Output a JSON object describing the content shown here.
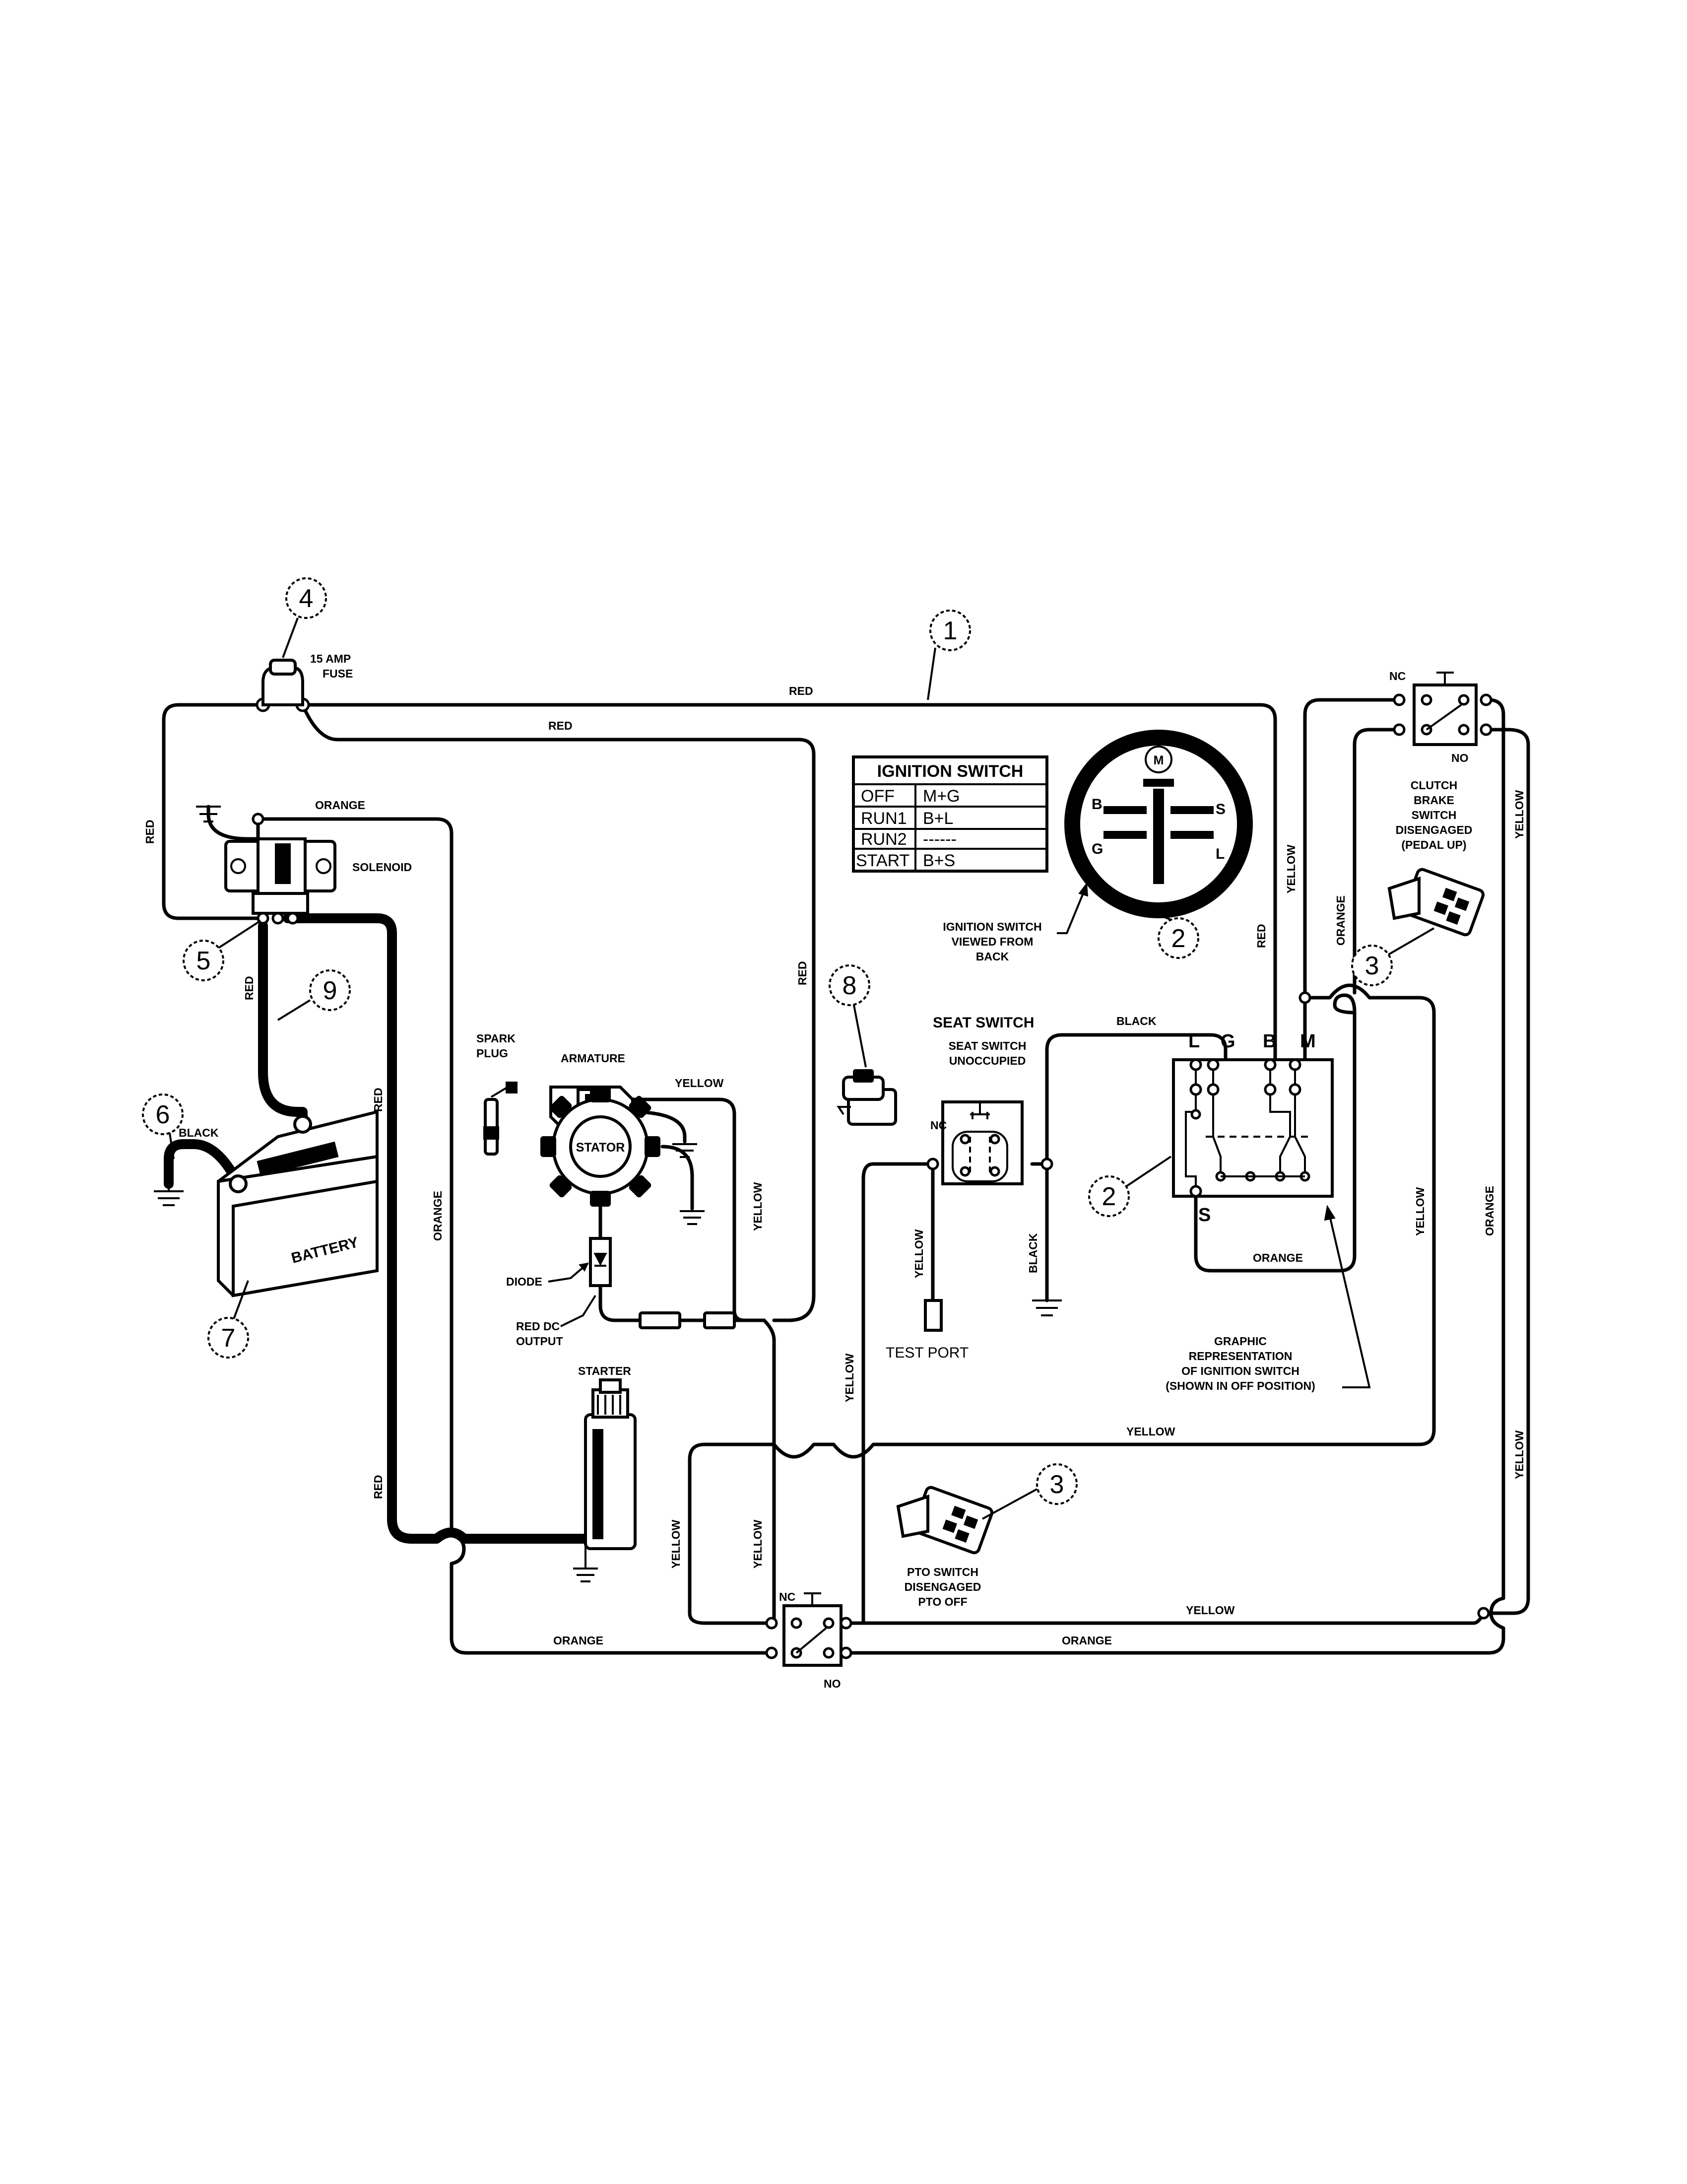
{
  "labels": {
    "fuse": "15 AMP\nFUSE",
    "solenoid": "SOLENOID",
    "battery": "BATTERY",
    "spark_plug": "SPARK\nPLUG",
    "armature": "ARMATURE",
    "stator": "STATOR",
    "diode": "DIODE",
    "red_dc_output": "RED DC\nOUTPUT",
    "starter": "STARTER",
    "ignition_back": "IGNITION SWITCH\nVIEWED FROM\nBACK",
    "seat_switch_title": "SEAT SWITCH",
    "seat_switch_state": "SEAT SWITCH\nUNOCCUPIED",
    "test_port": "TEST PORT",
    "graphic_rep": "GRAPHIC\nREPRESENTATION\nOF IGNITION SWITCH\n(SHOWN IN OFF POSITION)",
    "clutch_switch": "CLUTCH\nBRAKE\nSWITCH\nDISENGAGED\n(PEDAL UP)",
    "pto_switch": "PTO SWITCH\nDISENGAGED\nPTO OFF",
    "nc": "NC",
    "no": "NO"
  },
  "wire_colors": {
    "red": "RED",
    "orange": "ORANGE",
    "yellow": "YELLOW",
    "black": "BLACK"
  },
  "ignition_table": {
    "title": "IGNITION SWITCH",
    "rows": [
      {
        "pos": "OFF",
        "conn": "M+G"
      },
      {
        "pos": "RUN1",
        "conn": "B+L"
      },
      {
        "pos": "RUN2",
        "conn": "------"
      },
      {
        "pos": "START",
        "conn": "B+S"
      }
    ]
  },
  "terminals": {
    "M": "M",
    "B": "B",
    "S": "S",
    "G": "G",
    "L": "L"
  },
  "callouts": [
    "1",
    "2",
    "3",
    "4",
    "5",
    "6",
    "7",
    "8",
    "9"
  ]
}
